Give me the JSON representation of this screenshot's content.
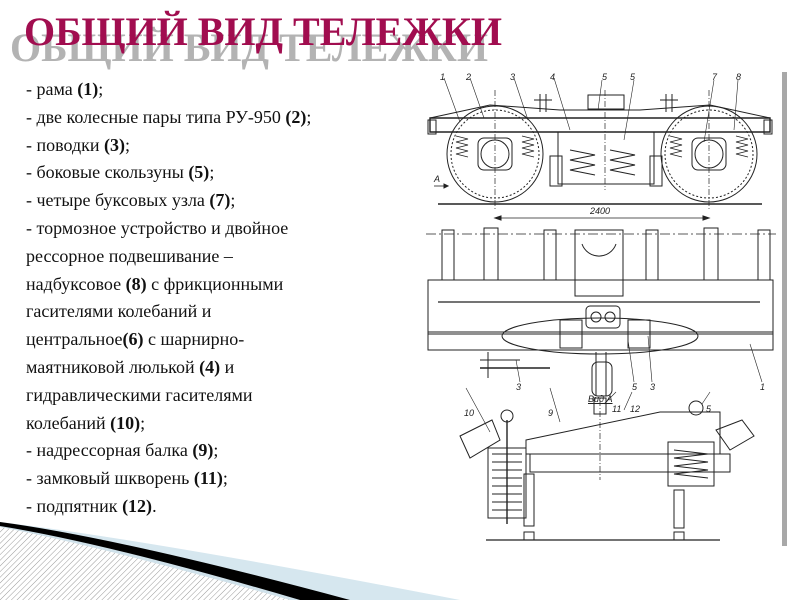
{
  "slide": {
    "title": "ОБЩИЙ ВИД ТЕЛЕЖКИ",
    "title_color": "#A10D4F",
    "shadow_color": "#B3B3B3"
  },
  "content": {
    "lines": [
      {
        "pre": "- рама ",
        "num": "(1)",
        "post": ";"
      },
      {
        "pre": "- две колесные пары типа РУ-950 ",
        "num": "(2)",
        "post": ";"
      },
      {
        "pre": "- поводки ",
        "num": "(3)",
        "post": ";"
      },
      {
        "pre": "- боковые скользуны ",
        "num": "(5)",
        "post": ";"
      },
      {
        "pre": "- четыре буксовых узла ",
        "num": "(7)",
        "post": ";"
      },
      {
        "pre": "- тормозное устройство и двойное",
        "num": "",
        "post": ""
      },
      {
        "pre": "рессорное подвешивание –",
        "num": "",
        "post": ""
      },
      {
        "pre": "надбуксовое ",
        "num": "(8)",
        "post": " с фрикционными"
      },
      {
        "pre": "гасителями колебаний и",
        "num": "",
        "post": ""
      },
      {
        "pre": "центральное",
        "num": "(6)",
        "post": " с шарнирно-"
      },
      {
        "pre": "маятниковой люлькой ",
        "num": "(4)",
        "post": " и"
      },
      {
        "pre": "гидравлическими гасителями",
        "num": "",
        "post": ""
      },
      {
        "pre": "колебаний ",
        "num": "(10)",
        "post": ";"
      },
      {
        "pre": "- надрессорная балка ",
        "num": "(9)",
        "post": ";"
      },
      {
        "pre": "- замковый шкворень ",
        "num": "(11)",
        "post": ";"
      },
      {
        "pre": "- подпятник ",
        "num": "(12)",
        "post": "."
      }
    ]
  },
  "drawing": {
    "side_view_labels": [
      "1",
      "2",
      "3",
      "4",
      "5",
      "5",
      "7",
      "8"
    ],
    "dimension": "2400",
    "arrow_label": "А",
    "plan_view_labels": [
      "3",
      "5",
      "3",
      "1"
    ],
    "plan_view_caption": "Вид А",
    "section_labels": [
      "10",
      "9",
      "11",
      "12",
      "5"
    ]
  }
}
